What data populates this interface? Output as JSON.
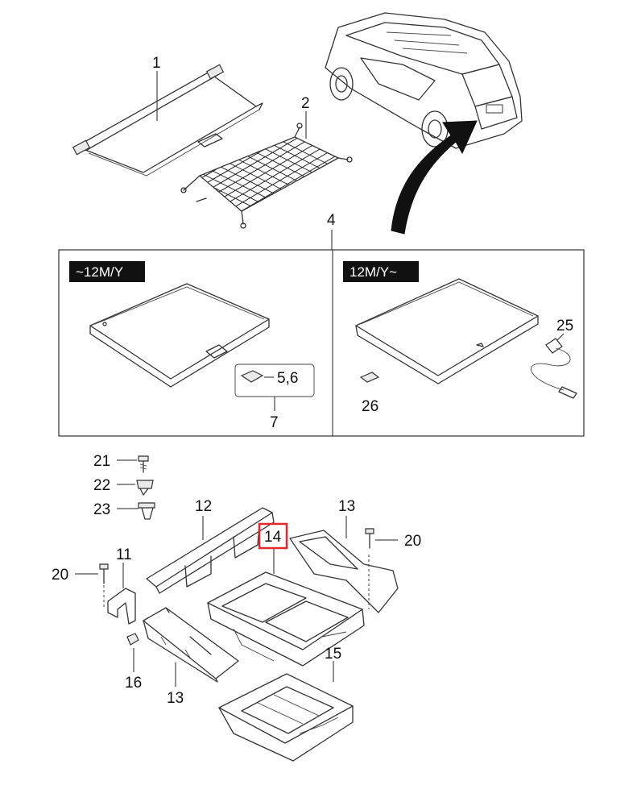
{
  "callouts": {
    "c1": "1",
    "c2": "2",
    "c4": "4",
    "c56": "5,6",
    "c7": "7",
    "c25": "25",
    "c26": "26",
    "c21": "21",
    "c22": "22",
    "c23": "23",
    "c12": "12",
    "c13a": "13",
    "c14": "14",
    "c20a": "20",
    "c11": "11",
    "c20b": "20",
    "c16": "16",
    "c13b": "13",
    "c15": "15"
  },
  "variants": {
    "left": "~12M/Y",
    "right": "12M/Y~"
  },
  "colors": {
    "highlight": "#e8262c",
    "badge_bg": "#111111",
    "line": "#333333"
  },
  "icons": {
    "vehicle": "suv-rear-icon",
    "arrow": "curved-arrow-icon"
  }
}
